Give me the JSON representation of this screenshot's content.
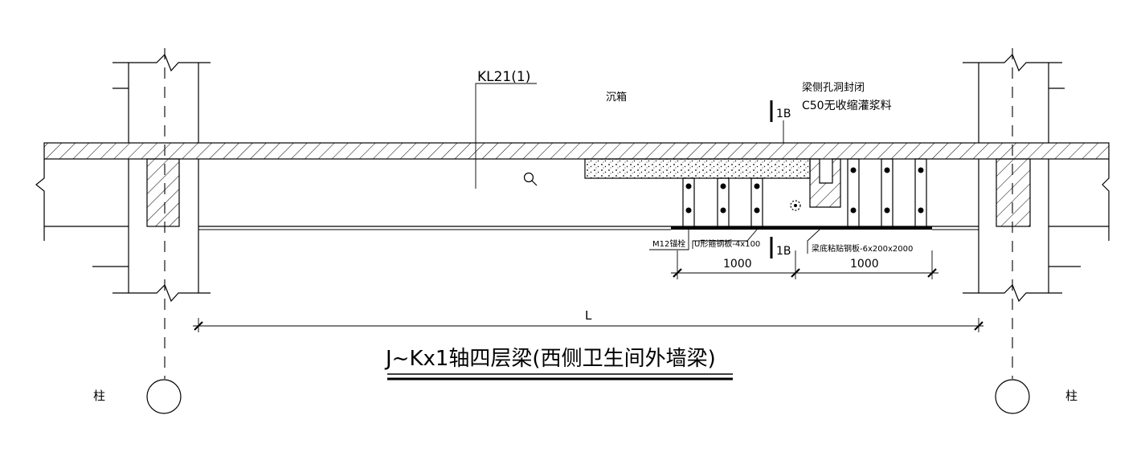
{
  "labels": {
    "beam_id": "KL21(1)",
    "sink_note": "沉箱",
    "hole_seal_line1": "梁侧孔洞封闭",
    "hole_seal_line2": "C50无收缩灌浆料",
    "section_mark_top": "1B",
    "section_mark_bottom": "1B",
    "anchor_bolt": "M12锚栓",
    "u_hoop_plate": "U形箍钢板-4x100",
    "bottom_plate": "梁底粘贴钢板-6x200x2000",
    "column_left": "柱",
    "column_right": "柱"
  },
  "dimensions": {
    "span_1": "1000",
    "span_2": "1000",
    "total": "L"
  },
  "title": "J~Kx1轴四层梁(西侧卫生间外墙梁)",
  "colors": {
    "line": "#000000",
    "background": "#ffffff"
  },
  "icons": [
    "magnifier-icon"
  ]
}
